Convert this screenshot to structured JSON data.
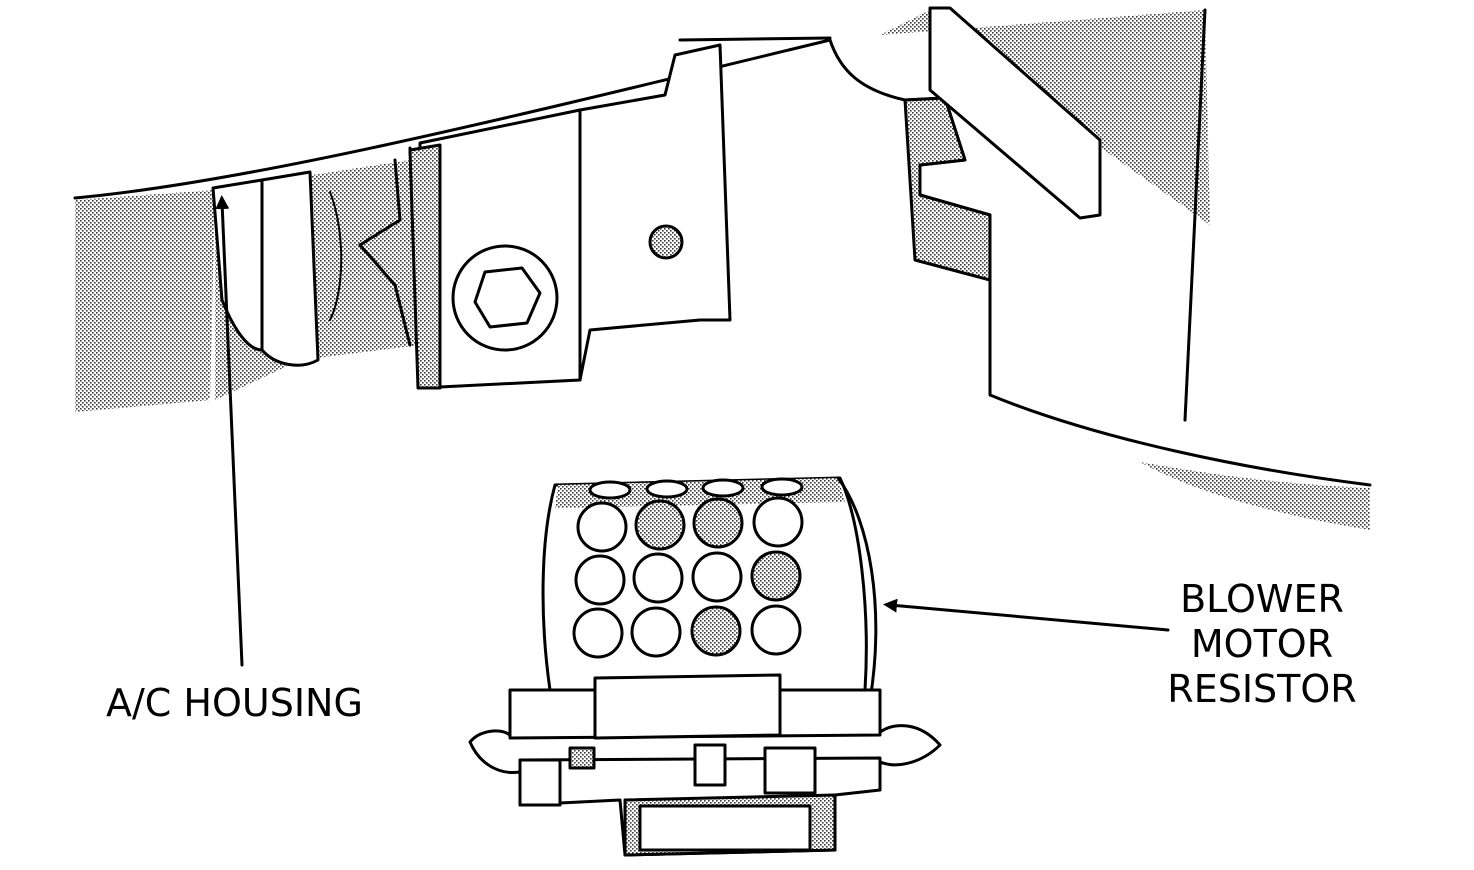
{
  "callouts": {
    "ac_housing": {
      "line1": "A/C HOUSING"
    },
    "blower_motor_resistor": {
      "line1": "BLOWER",
      "line2": "MOTOR",
      "line3": "RESISTOR"
    }
  },
  "colors": {
    "ink": "#000000",
    "paper": "#ffffff",
    "stipple": "#9a9a9a"
  }
}
